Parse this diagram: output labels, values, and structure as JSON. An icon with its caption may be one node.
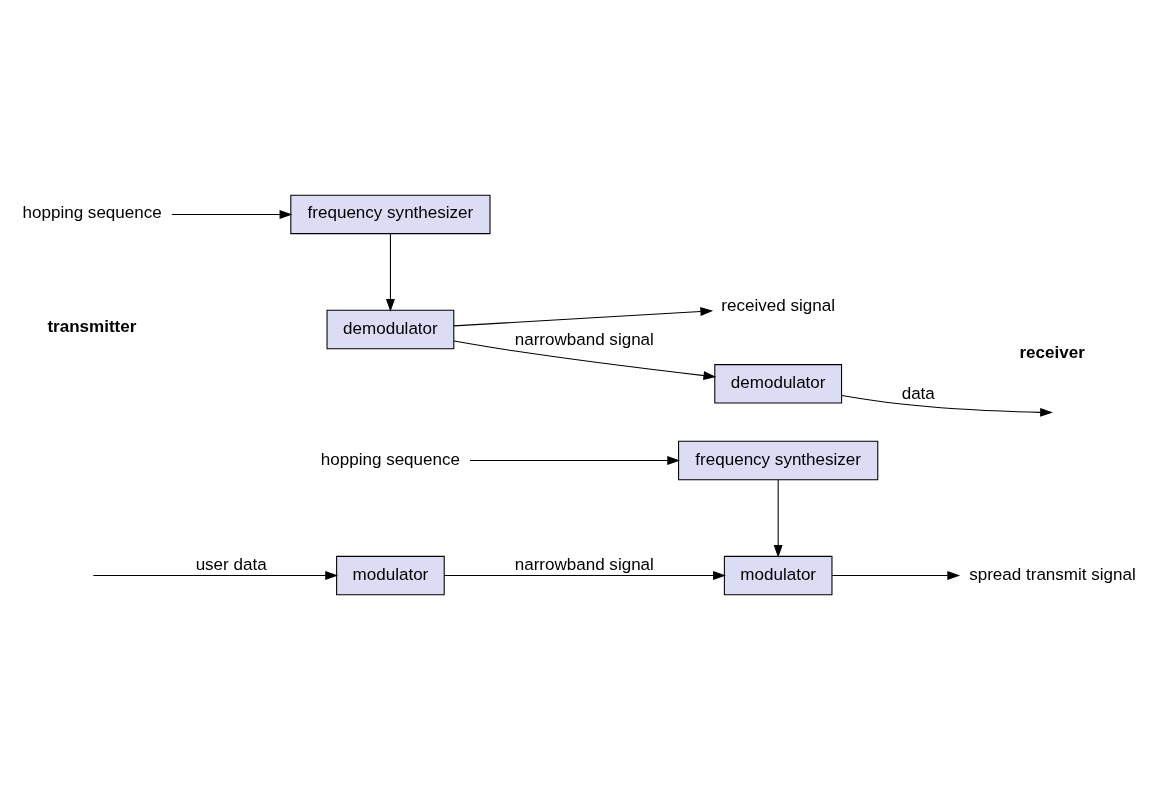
{
  "diagram": {
    "nodes": [
      {
        "text": [
          "modulator"
        ]
      },
      {
        "text": [
          "modulator"
        ]
      },
      {
        "text": [
          "spread transmit signal"
        ]
      },
      {
        "text": [
          "frequency synthesizer"
        ]
      },
      {
        "text": [
          "hopping sequence"
        ]
      },
      {
        "text": [
          "received signal"
        ]
      },
      {
        "text": [
          "demodulator"
        ]
      },
      {
        "text": [
          "demodulator"
        ]
      },
      {
        "text": [
          "frequency synthesizer"
        ]
      },
      {
        "text": [
          "hopping sequence"
        ]
      }
    ],
    "edges": [
      {
        "from": null,
        "to": 0,
        "arrow": "to",
        "label": "user data"
      },
      {
        "from": 0,
        "to": 1,
        "arrow": "to",
        "label": "narrowband signal"
      },
      {
        "from": 1,
        "to": 2,
        "arrow": "to"
      },
      {
        "from": 3,
        "to": 1,
        "arrow": "to"
      },
      {
        "from": 4,
        "to": 3,
        "arrow": "to"
      },
      {
        "from": 6,
        "to": 5,
        "arrow": "to"
      },
      {
        "from": 6,
        "to": 7,
        "arrow": "to",
        "label": "narrowband signal"
      },
      {
        "from": 7,
        "to": null,
        "arrow": "to",
        "label": "data"
      },
      {
        "from": 8,
        "to": 6,
        "arrow": "to"
      },
      {
        "from": 9,
        "to": 8,
        "arrow": "to"
      }
    ],
    "labels": [
      "transmitter",
      "receiver"
    ]
  }
}
